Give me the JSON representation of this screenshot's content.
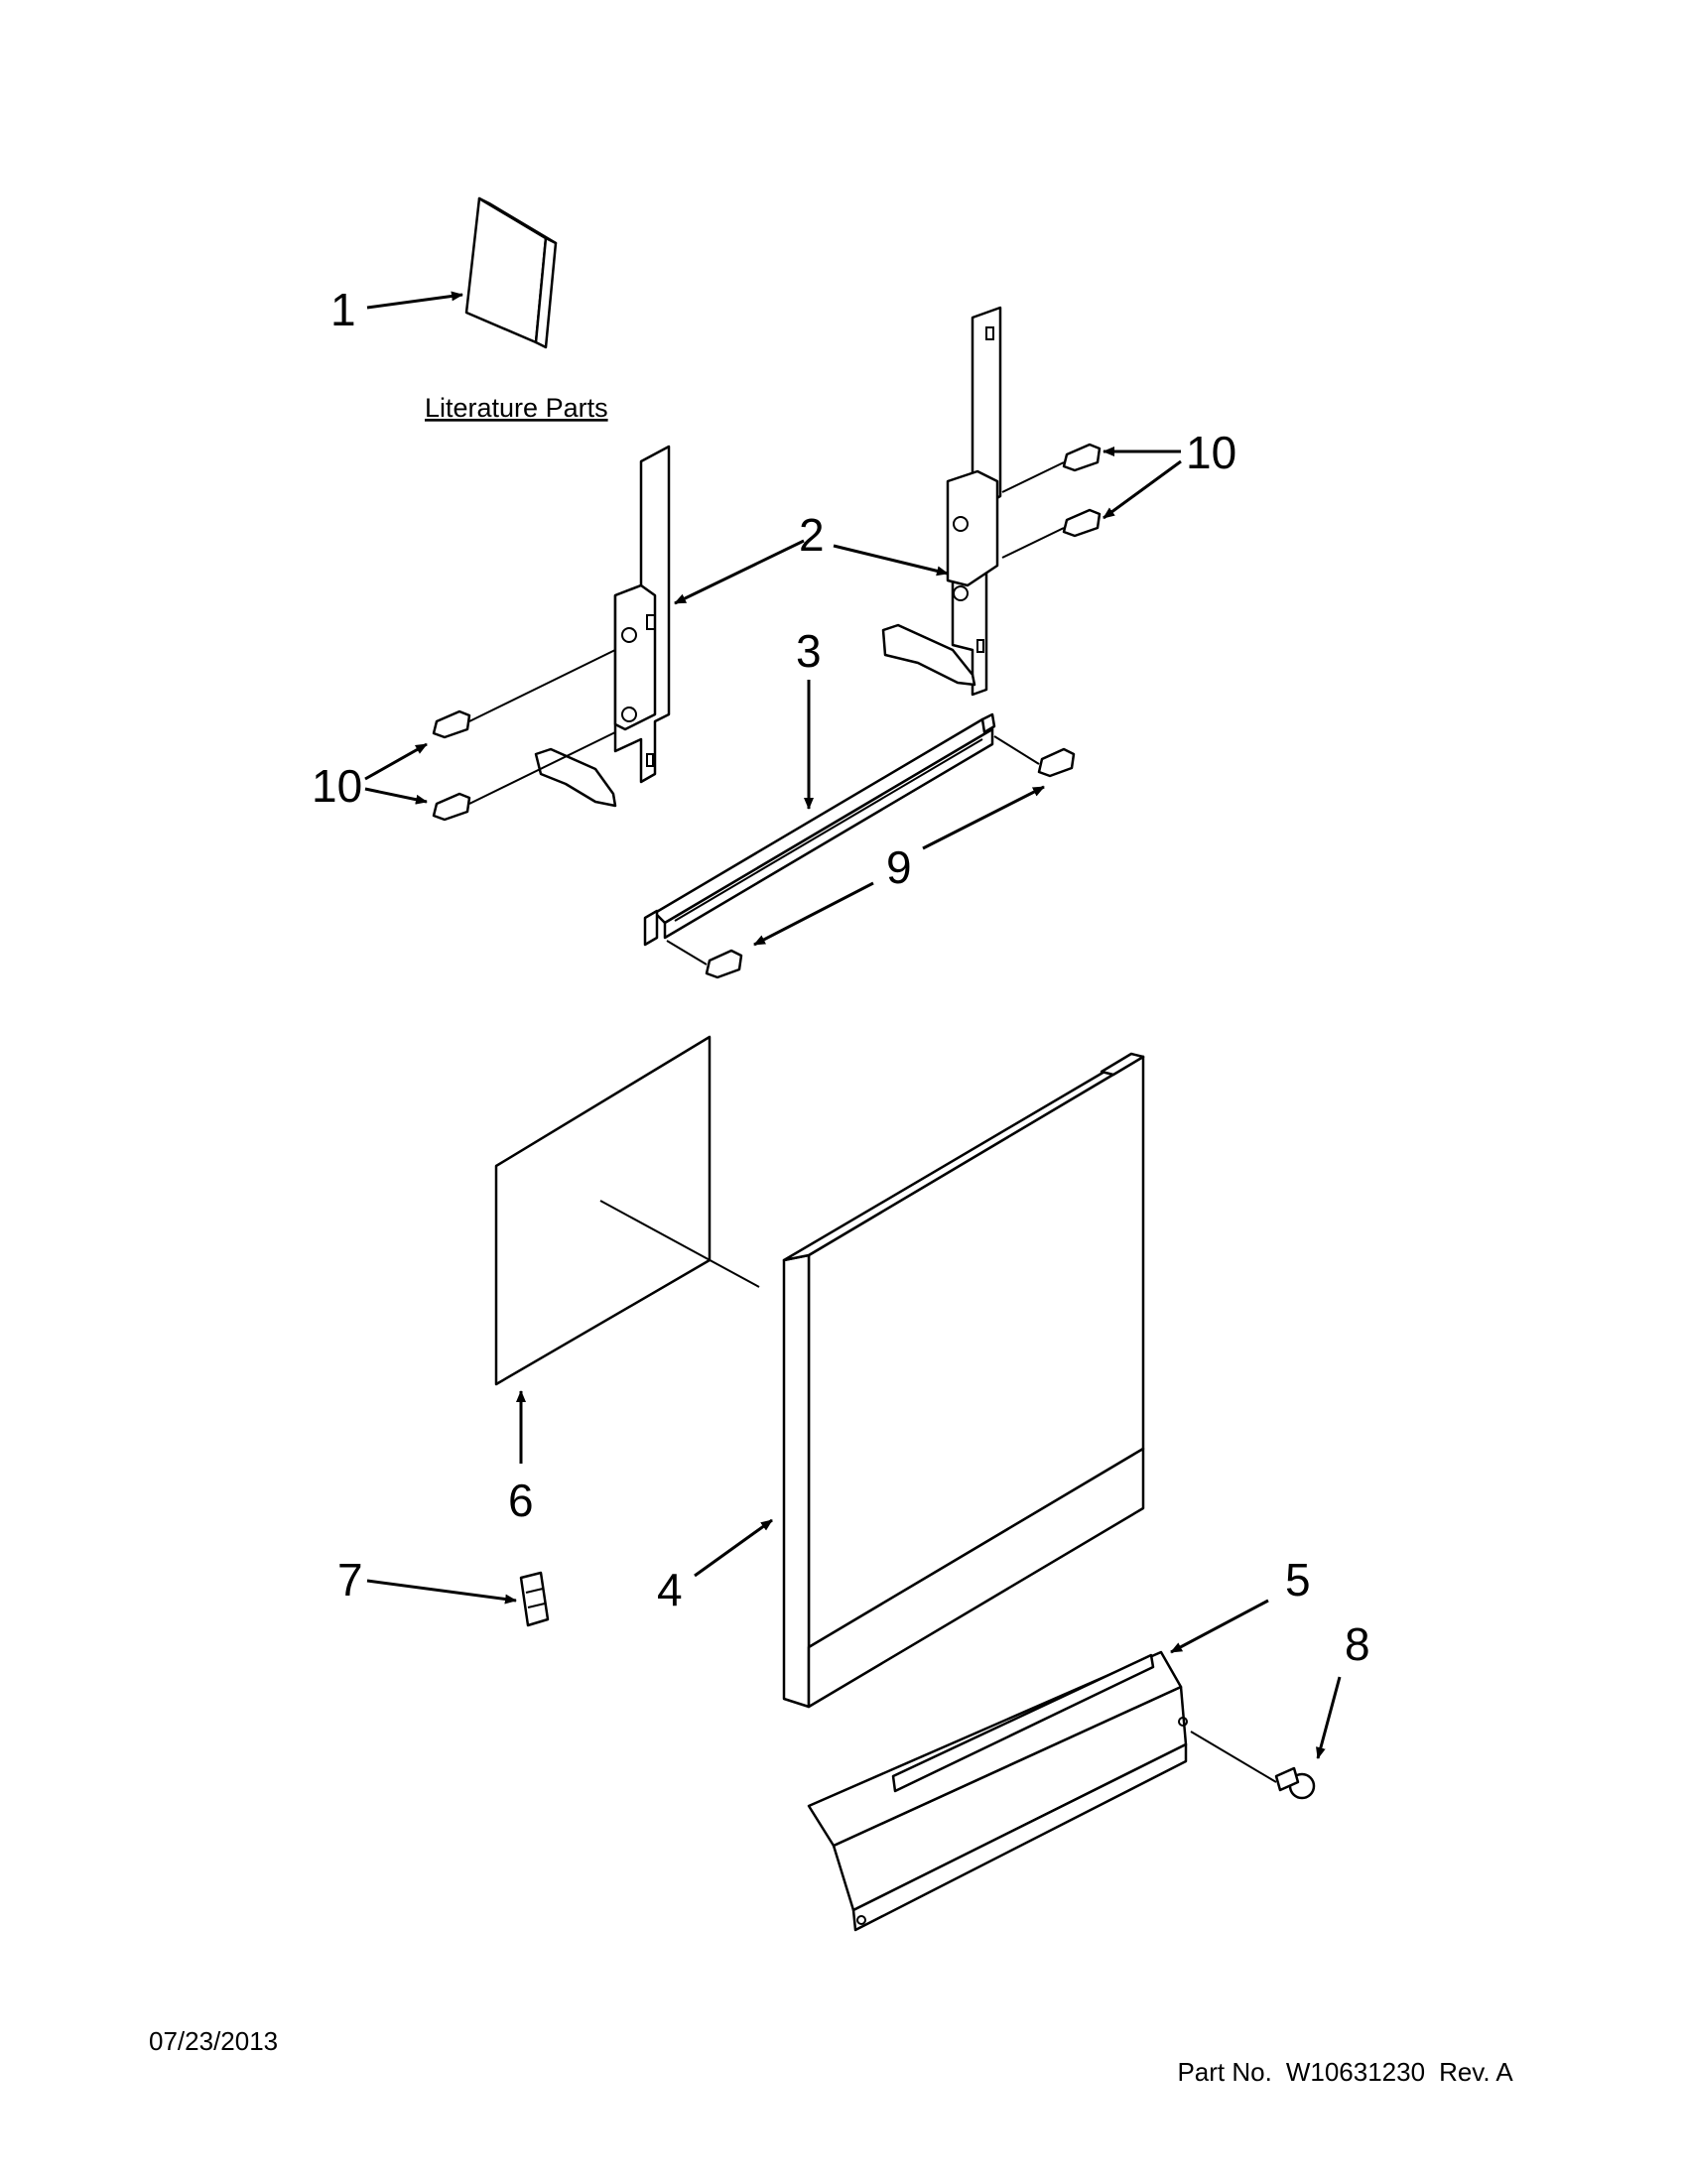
{
  "callouts": {
    "c1": "1",
    "c2": "2",
    "c3": "3",
    "c4": "4",
    "c5": "5",
    "c6": "6",
    "c7": "7",
    "c8": "8",
    "c9": "9",
    "c10_left": "10",
    "c10_right": "10"
  },
  "literature_label": "Literature Parts",
  "footer": {
    "date": "07/23/2013",
    "part_no_label": "Part No.",
    "part_no": "W10631230",
    "rev": "Rev. A"
  }
}
